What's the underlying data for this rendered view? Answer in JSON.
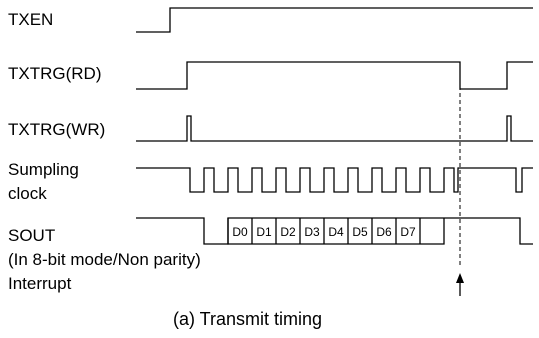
{
  "signals": {
    "txen": "TXEN",
    "txtrg_rd": "TXTRG(RD)",
    "txtrg_wr": "TXTRG(WR)",
    "sampling_line1": "Sumpling",
    "sampling_line2": "clock",
    "sout": "SOUT",
    "sout_note": "(In 8-bit mode/Non parity)",
    "interrupt": "Interrupt"
  },
  "data_bits": [
    "D0",
    "D1",
    "D2",
    "D3",
    "D4",
    "D5",
    "D6",
    "D7"
  ],
  "caption": "(a) Transmit timing"
}
